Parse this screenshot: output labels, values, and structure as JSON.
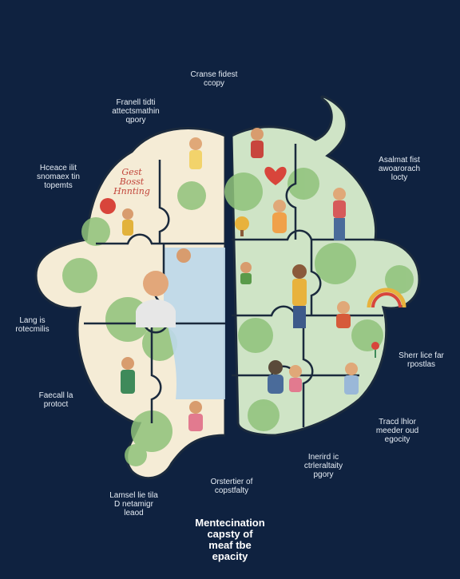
{
  "colors": {
    "background": "#0f2240",
    "left_hemisphere": "#f5ecd6",
    "right_hemisphere": "#cfe4c6",
    "outline": "#1b2a3d",
    "foliage": "#8fc27a",
    "accent_red": "#d8453b"
  },
  "labels": {
    "top_center": "Cranse fidest\nccopy",
    "top_left": "Franell tidti\nattectsmathin\nqpory",
    "left_upper": "Hceace ilit\nsnomaex tin\ntopemts",
    "left_middle": "Lang is\nrotecmilis",
    "left_lower": "Faecall la\nprotoct",
    "bottom_left": "Lamsel lie tila\nD netamigr\nleaod",
    "bottom_center": "Orstertier of\ncopstfalty",
    "right_upper": "Asalmat fist\nawoarorach\nlocty",
    "right_middle": "Sherr lice far\nrpostlas",
    "right_lower": "Tracd lhlor\nmeeder oud\negocity",
    "bottom_right": "Inerird ic\nctrleraltaity\npgory"
  },
  "brain_text": "Gest\nBosst\nHnnting",
  "caption": "Mentecination\ncapsty of\nmeaf tbe\nepacity",
  "icons": [
    "puzzle-brain-illustration",
    "tree-icon",
    "rainbow-icon",
    "sun-icon",
    "heart-icon",
    "flower-icon"
  ]
}
